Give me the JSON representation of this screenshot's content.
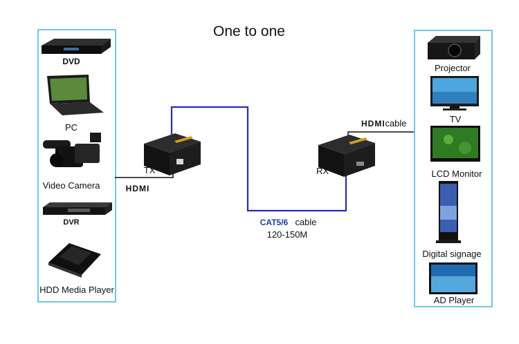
{
  "title": "One to one",
  "sources": {
    "dvd": "DVD",
    "pc": "PC",
    "camera": "Video Camera",
    "dvr": "DVR",
    "hdd": "HDD Media Player"
  },
  "displays": {
    "projector": "Projector",
    "tv": "TV",
    "lcd": "LCD Monitor",
    "signage": "Digital signage",
    "ad": "AD Player"
  },
  "tx_label": "TX",
  "rx_label": "RX",
  "hdmi_left": "HDMI",
  "hdmi_right": "HDMI",
  "cable_word_right": "cable",
  "cat_label": "CAT5/6",
  "cat_cable_word": "cable",
  "cat_length": "120-150M"
}
